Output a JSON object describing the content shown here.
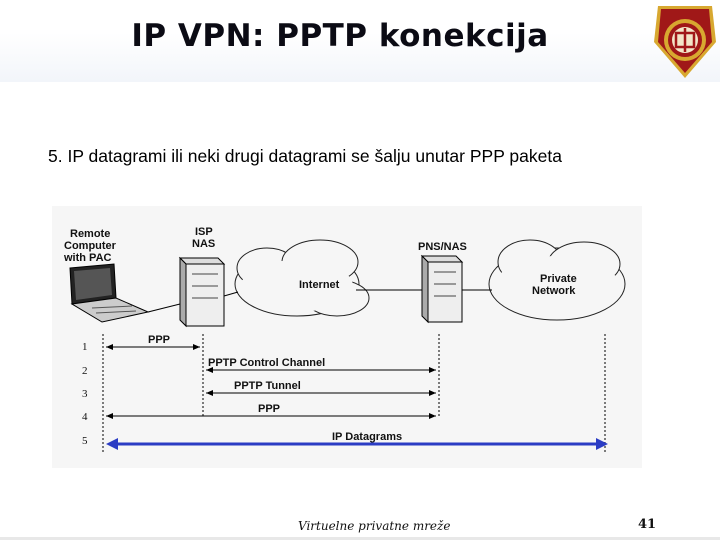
{
  "slide": {
    "title": "IP VPN: PPTP konekcija",
    "subtitle": "5. IP datagrami ili neki drugi datagrami se šalju unutar PPP paketa",
    "footer": "Virtuelne privatne mreže",
    "page_number": "41"
  },
  "diagram": {
    "remote_label": [
      "Remote",
      "Computer",
      "with PAC"
    ],
    "isp_label": [
      "ISP",
      "NAS"
    ],
    "pns_label": "PNS/NAS",
    "internet_label": "Internet",
    "private_label": [
      "Private",
      "Network"
    ],
    "rows": [
      {
        "num": "1",
        "label": "PPP"
      },
      {
        "num": "2",
        "label": "PPTP Control Channel"
      },
      {
        "num": "3",
        "label": "PPTP Tunnel"
      },
      {
        "num": "4",
        "label": "PPP"
      },
      {
        "num": "5",
        "label": "IP Datagrams"
      }
    ]
  },
  "colors": {
    "highlight_arrow": "#2b3cc4",
    "logo_red": "#a01818",
    "logo_gold": "#d8a830"
  }
}
